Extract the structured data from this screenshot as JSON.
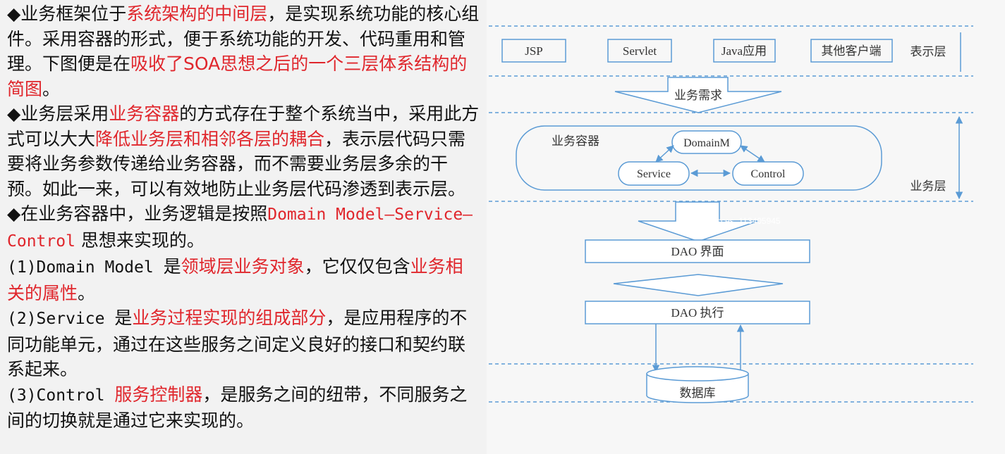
{
  "text": {
    "p1": {
      "a": "◆业务框架位于",
      "b": "系统架构的中间层",
      "c": "，是实现系统功能的核心组件。采用容器的形式，便于系统功能的开发、代码重用和管理。下图便是在",
      "d": "吸收了SOA思想之后的一个三层体系结构的简图",
      "e": "。"
    },
    "p2": {
      "a": "◆业务层采用",
      "b": "业务容器",
      "c": "的方式存在于整个系统当中，采用此方式可以大大",
      "d": "降低业务层和相邻各层的耦合",
      "e": "，表示层代码只需要将业务参数传递给业务容器，而不需要业务层多余的干预。如此一来，可以有效地防止业务层代码渗透到表示层。"
    },
    "p3": {
      "a": "◆在业务容器中，业务逻辑是按照",
      "b": "Domain Model—Service—Control",
      "c": " 思想来实现的。"
    },
    "p4": {
      "a": "(1)Domain Model ",
      "b": "是",
      "c": "领域层业务对象",
      "d": "，它仅仅包含",
      "e": "业务相关的属性",
      "f": "。"
    },
    "p5": {
      "a": "(2)Service ",
      "b": "是",
      "c": "业务过程实现的组成部分",
      "d": "，是应用程序的不同功能单元，通过在这些服务之间定义良好的接口和契约联系起来。"
    },
    "p6": {
      "a": "(3)Control ",
      "b": "服务控制器",
      "c": "，是服务之间的纽带，不同服务之间的切换就是通过它来实现的。"
    }
  },
  "diagram": {
    "presentation": {
      "clients": [
        "JSP",
        "Servlet",
        "Java应用",
        "其他客户端"
      ],
      "layer_label": "表示层"
    },
    "request_label": "业务需求",
    "business": {
      "container_label": "业务容器",
      "domain": "DomainM",
      "service": "Service",
      "control": "Control",
      "layer_label": "业务层"
    },
    "dao_interface": "DAO 界面",
    "dao_exec": "DAO 执行",
    "database": "数据库",
    "watermark": "dcces_113405945"
  },
  "colors": {
    "red_emphasis": "#e0262c",
    "diagram_line": "#5b9bd5",
    "text": "#111111"
  }
}
